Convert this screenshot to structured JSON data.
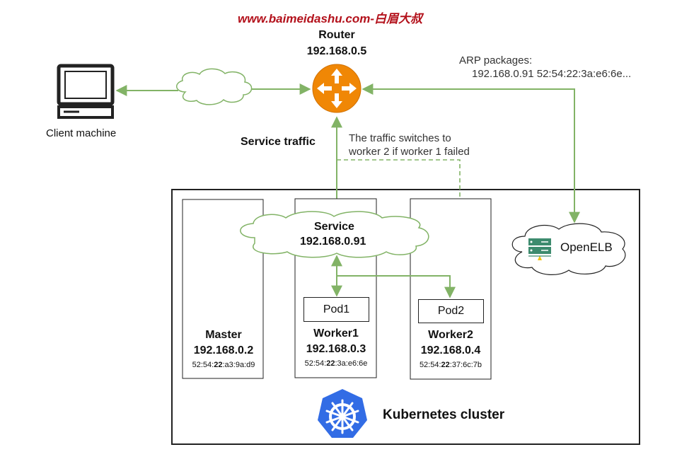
{
  "watermark": "www.baimeidashu.com-白眉大叔",
  "router": {
    "name": "Router",
    "ip": "192.168.0.5"
  },
  "client": {
    "label": "Client machine"
  },
  "arp": {
    "title": "ARP packages:",
    "entry": "192.168.0.91  52:54:22:3a:e6:6e..."
  },
  "service_traffic_label": "Service traffic",
  "failover_note": {
    "line1": "The traffic switches to",
    "line2": "worker 2 if worker 1 failed"
  },
  "service": {
    "name": "Service",
    "ip": "192.168.0.91"
  },
  "openelb": {
    "label": "OpenELB"
  },
  "nodes": [
    {
      "name": "Master",
      "ip": "192.168.0.2",
      "mac_prefix": "52:54:",
      "mac_bold": "22",
      "mac_suffix": ":a3:9a:d9"
    },
    {
      "name": "Worker1",
      "ip": "192.168.0.3",
      "mac_prefix": "52:54:",
      "mac_bold": "22",
      "mac_suffix": ":3a:e6:6e"
    },
    {
      "name": "Worker2",
      "ip": "192.168.0.4",
      "mac_prefix": "52:54:",
      "mac_bold": "22",
      "mac_suffix": ":37:6c:7b"
    }
  ],
  "pods": [
    {
      "label": "Pod1"
    },
    {
      "label": "Pod2"
    }
  ],
  "cluster": {
    "label": "Kubernetes cluster"
  },
  "colors": {
    "arrow": "#82b366",
    "router": "#f08705",
    "cloud_edge": "#82b366",
    "k8s": "#326ce5",
    "openelb": "#3d8b6e"
  }
}
